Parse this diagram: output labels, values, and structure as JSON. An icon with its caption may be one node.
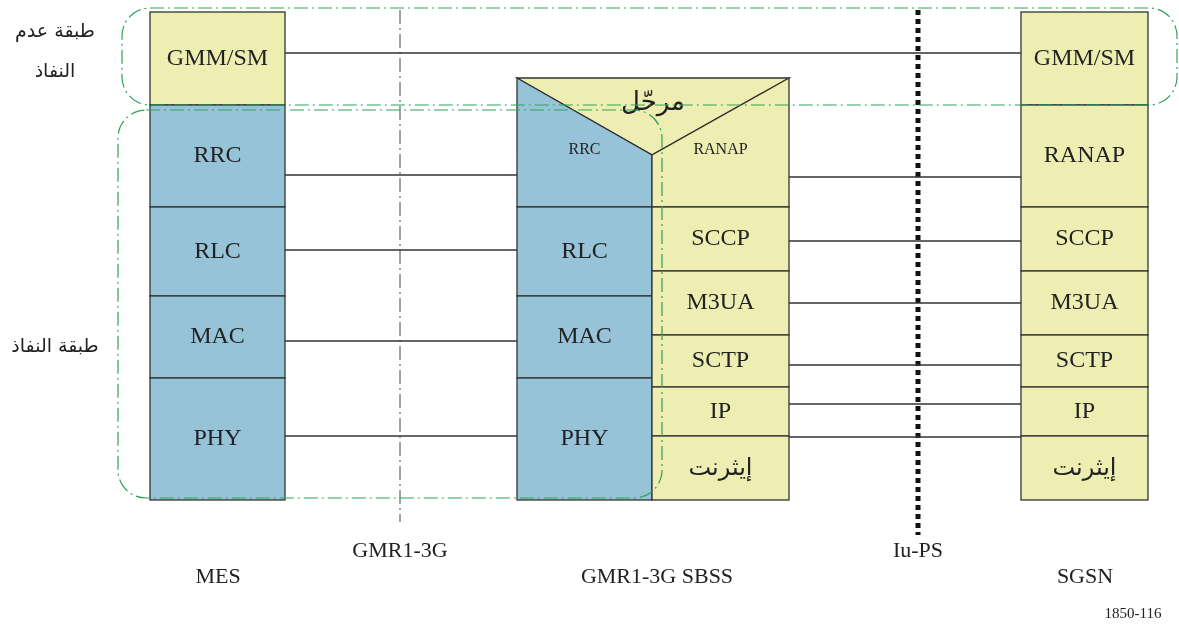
{
  "diagram": {
    "nodes": [
      {
        "text": [
          "GMM/SM"
        ]
      },
      {
        "text": [
          "RRC"
        ]
      },
      {
        "text": [
          "RLC"
        ]
      },
      {
        "text": [
          "MAC"
        ]
      },
      {
        "text": [
          "PHY"
        ]
      },
      {
        "text": [
          "مرحّل"
        ]
      },
      {
        "text": [
          "RRC"
        ]
      },
      {
        "text": [
          "RLC"
        ]
      },
      {
        "text": [
          "MAC"
        ]
      },
      {
        "text": [
          "PHY"
        ]
      },
      {
        "text": [
          "RANAP"
        ]
      },
      {
        "text": [
          "SCCP"
        ]
      },
      {
        "text": [
          "M3UA"
        ]
      },
      {
        "text": [
          "SCTP"
        ]
      },
      {
        "text": [
          "IP"
        ]
      },
      {
        "text": [
          "إيثرنت"
        ]
      },
      {
        "text": [
          "GMM/SM"
        ]
      },
      {
        "text": [
          "RANAP"
        ]
      },
      {
        "text": [
          "SCCP"
        ]
      },
      {
        "text": [
          "M3UA"
        ]
      },
      {
        "text": [
          "SCTP"
        ]
      },
      {
        "text": [
          "IP"
        ]
      },
      {
        "text": [
          "إيثرنت"
        ]
      }
    ],
    "edges": [
      {
        "from": 0,
        "to": 16,
        "arrow": "none"
      },
      {
        "from": 1,
        "to": 6,
        "arrow": "none"
      },
      {
        "from": 2,
        "to": 7,
        "arrow": "none"
      },
      {
        "from": 3,
        "to": 8,
        "arrow": "none"
      },
      {
        "from": 4,
        "to": 9,
        "arrow": "none"
      },
      {
        "from": 10,
        "to": 17,
        "arrow": "none"
      },
      {
        "from": 11,
        "to": 18,
        "arrow": "none"
      },
      {
        "from": 12,
        "to": 19,
        "arrow": "none"
      },
      {
        "from": 13,
        "to": 20,
        "arrow": "none"
      },
      {
        "from": 14,
        "to": 21,
        "arrow": "none"
      },
      {
        "from": 15,
        "to": 22,
        "arrow": "none"
      }
    ],
    "labels": [
      "طبقة عدم النفاذ",
      "طبقة النفاذ",
      "GMR1-3G",
      "Iu-PS",
      "MES",
      "GMR1-3G SBSS",
      "SGSN",
      "1850-116"
    ]
  }
}
